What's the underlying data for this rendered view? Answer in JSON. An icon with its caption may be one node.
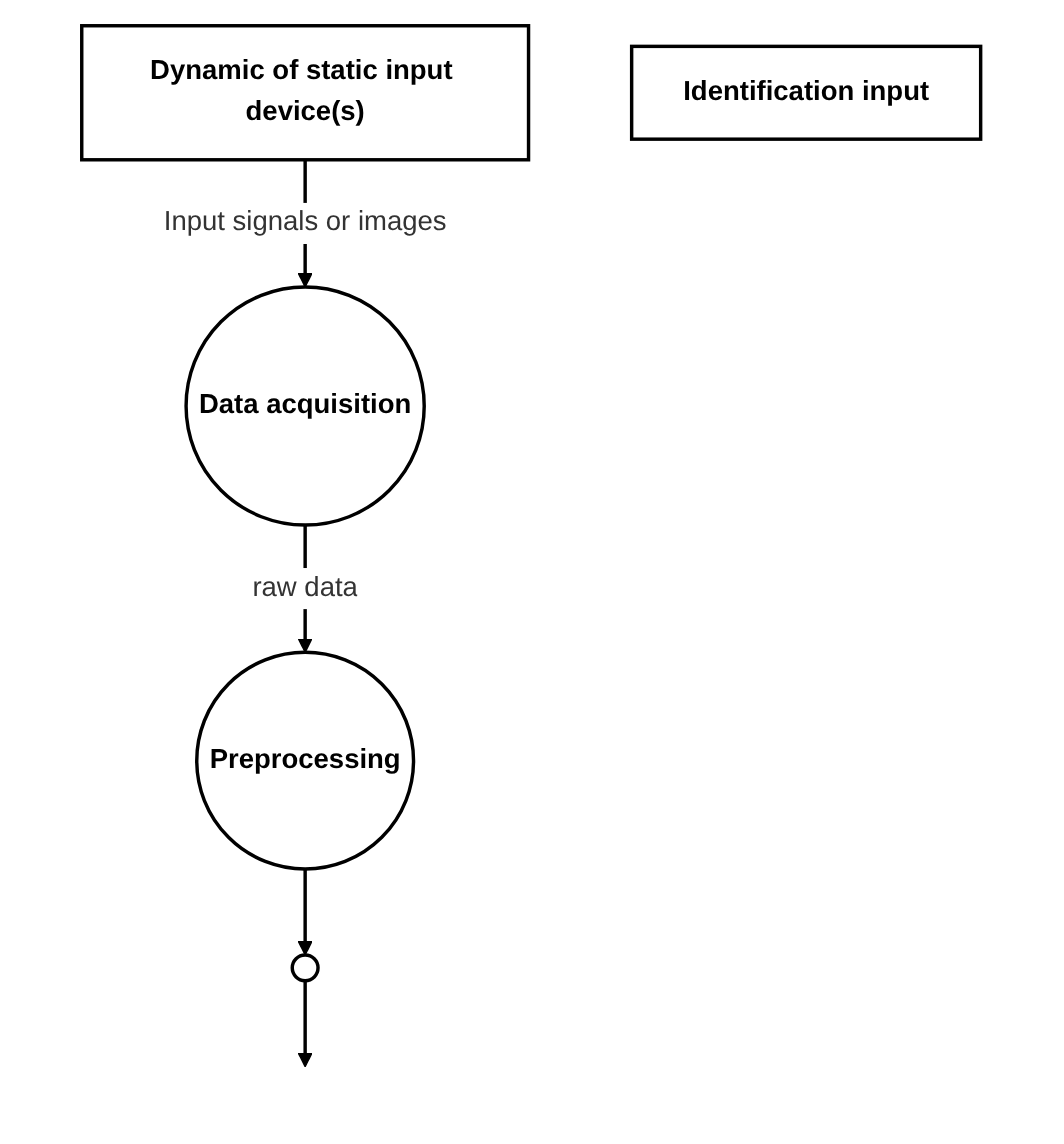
{
  "diagram": {
    "nodes": [
      {
        "text": [
          "Dynamic of static input device(s)"
        ]
      },
      {
        "text": [
          "Data acquisition"
        ]
      },
      {
        "text": [
          "Preprocessing"
        ]
      },
      {
        "text": [
          "Identification input"
        ]
      },
      {
        "text": [],
        "shape": "circle"
      }
    ],
    "edges": [
      {
        "from": 0,
        "to": 1,
        "arrow": "to",
        "label": "Input signals or images"
      },
      {
        "from": 1,
        "to": 2,
        "arrow": "to",
        "label": "raw data"
      },
      {
        "from": 2,
        "to": 4,
        "arrow": "to"
      },
      {
        "from": 4,
        "to": null,
        "arrow": "to"
      }
    ]
  }
}
